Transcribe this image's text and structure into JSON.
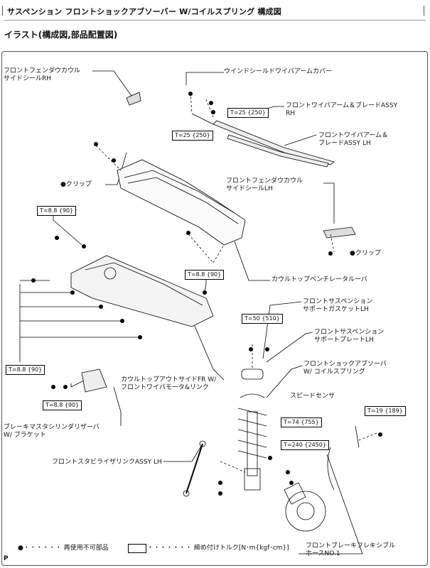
{
  "header": {
    "title": "サスペンション  フロントショックアブソーバー W/コイルスプリング  構成図",
    "subtitle": "イラスト(構成図,部品配置図)"
  },
  "labels": {
    "fender_seal_rh": "フロントフェンダウカウル\nサイドシールRH",
    "wiper_cover": "ウインドシールドワイパアームカバー",
    "wiper_rh": "フロントワイパアーム＆ブレードASSY\nRH",
    "wiper_lh": "フロントワイパアーム＆\nブレードASSY LH",
    "fender_seal_lh": "フロントフェンダウカウル\nサイドシールLH",
    "clip_1": "●クリップ",
    "clip_2": "●クリップ",
    "cowl_louver": "カウルトップベンチレータルーバ",
    "susp_gasket": "フロントサスペンション\nサポートガスケットLH",
    "susp_plate": "フロントサスペンション\nサポートプレートLH",
    "shock": "フロントショックアブソーバ\nW/ コイルスプリング",
    "cowl_outside": "カウルトップアウトサイドFR W/\nフロントワイパモータ&リンク",
    "speed_sensor": "スピードセンサ",
    "brake_reservoir": "ブレーキマスタシリンダリザーバ\nW/ ブラケット",
    "stabilizer": "フロントスタビライザリンクASSY LH",
    "brake_hose": "フロントブレーキフレキシブル\nホースNO.1"
  },
  "torques": {
    "t1": "T=25 {250}",
    "t2": "T=25 {250}",
    "t3": "T=8.8 {90}",
    "t4": "T=8.8 {90}",
    "t5": "T=50 {510}",
    "t6": "T=8.8 {90}",
    "t7": "T=8.8 {90}",
    "t8": "T=74 {755}",
    "t9": "T=19 {189}",
    "t10": "T=240 {2450}"
  },
  "legend": {
    "non_reusable": "●・・・・・・ 再使用不可部品",
    "torque_box": "・・・・・・・ 締め付けトルク[N･m{kgf･cm}]"
  },
  "footer": {
    "page_marker": "P"
  }
}
